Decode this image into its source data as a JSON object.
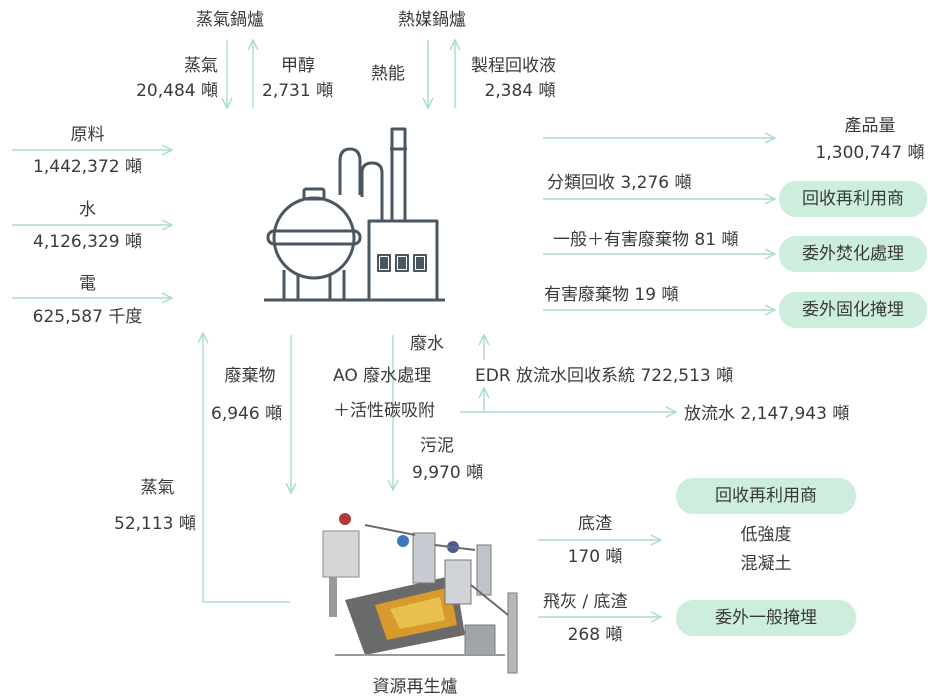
{
  "top": {
    "steam_boiler": "蒸氣鍋爐",
    "heat_boiler": "熱媒鍋爐",
    "steam_label": "蒸氣",
    "steam_value": "20,484 噸",
    "methanol_label": "甲醇",
    "methanol_value": "2,731 噸",
    "heat_energy": "熱能",
    "process_recovery_label": "製程回收液",
    "process_recovery_value": "2,384 噸"
  },
  "inputs": {
    "raw_label": "原料",
    "raw_value": "1,442,372 噸",
    "water_label": "水",
    "water_value": "4,126,329 噸",
    "power_label": "電",
    "power_value": "625,587 千度"
  },
  "outputs": {
    "product_label": "產品量",
    "product_value": "1,300,747 噸",
    "sorted_recycle": "分類回收 3,276 噸",
    "general_hazardous": "一般＋有害廢棄物 81 噸",
    "hazardous": "有害廢棄物 19 噸",
    "pill_recycle": "回收再利用商",
    "pill_incinerate": "委外焚化處理",
    "pill_solidify": "委外固化掩埋"
  },
  "water_treatment": {
    "wastewater": "廢水",
    "ao": "AO 廢水處理",
    "activated_carbon": "＋活性碳吸附",
    "edr": "EDR 放流水回收系統 722,513 噸",
    "discharge": "放流水 2,147,943 噸",
    "sludge_label": "污泥",
    "sludge_value": "9,970 噸"
  },
  "waste": {
    "label": "廢棄物",
    "value": "6,946 噸"
  },
  "steam_return": {
    "label": "蒸氣",
    "value": "52,113 噸"
  },
  "incinerator": {
    "label": "資源再生爐",
    "bottom_ash_label": "底渣",
    "bottom_ash_value": "170 噸",
    "fly_ash_label": "飛灰 / 底渣",
    "fly_ash_value": "268 噸",
    "pill_recycle": "回收再利用商",
    "concrete_line1": "低強度",
    "concrete_line2": "混凝土",
    "pill_landfill": "委外一般掩埋"
  },
  "colors": {
    "arrow": "#a8ddc4",
    "pill": "#cdeedd",
    "factory_icon": "#4a5660",
    "text": "#3a3a3a"
  },
  "icons": [
    "factory-icon",
    "incinerator-illustration"
  ]
}
